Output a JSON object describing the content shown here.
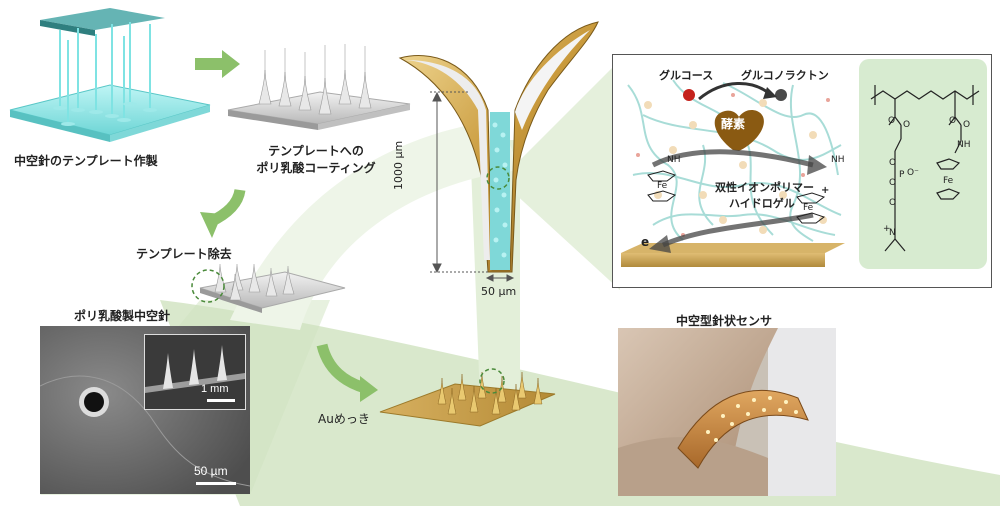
{
  "labels": {
    "step1": "中空針のテンプレート作製",
    "step2_line1": "テンプレートへの",
    "step2_line2": "ポリ乳酸コーティング",
    "step3": "テンプレート除去",
    "sem_title": "ポリ乳酸製中空針",
    "au_plating": "Auめっき",
    "sensor_title": "中空型針状センサ",
    "dim_height": "1000 µm",
    "dim_width": "50 µm",
    "inset_scale": "1 mm",
    "sem_scale": "50 µm"
  },
  "hydrogel": {
    "glucose": "グルコース",
    "gluconolactone": "グルコノラクトン",
    "enzyme": "酵素",
    "gel_line1": "双性イオンポリマー",
    "gel_line2": "ハイドロゲル",
    "nh_left": "NH",
    "nh_right": "NH",
    "fe_left": "Fe",
    "fe_right": "Fe",
    "plus": "+",
    "electron": "e"
  },
  "colors": {
    "green_bg": "#dcebd2",
    "arrow_green": "#8cc06a",
    "gold": "#c9a048",
    "cyan": "#8ee6e6"
  }
}
